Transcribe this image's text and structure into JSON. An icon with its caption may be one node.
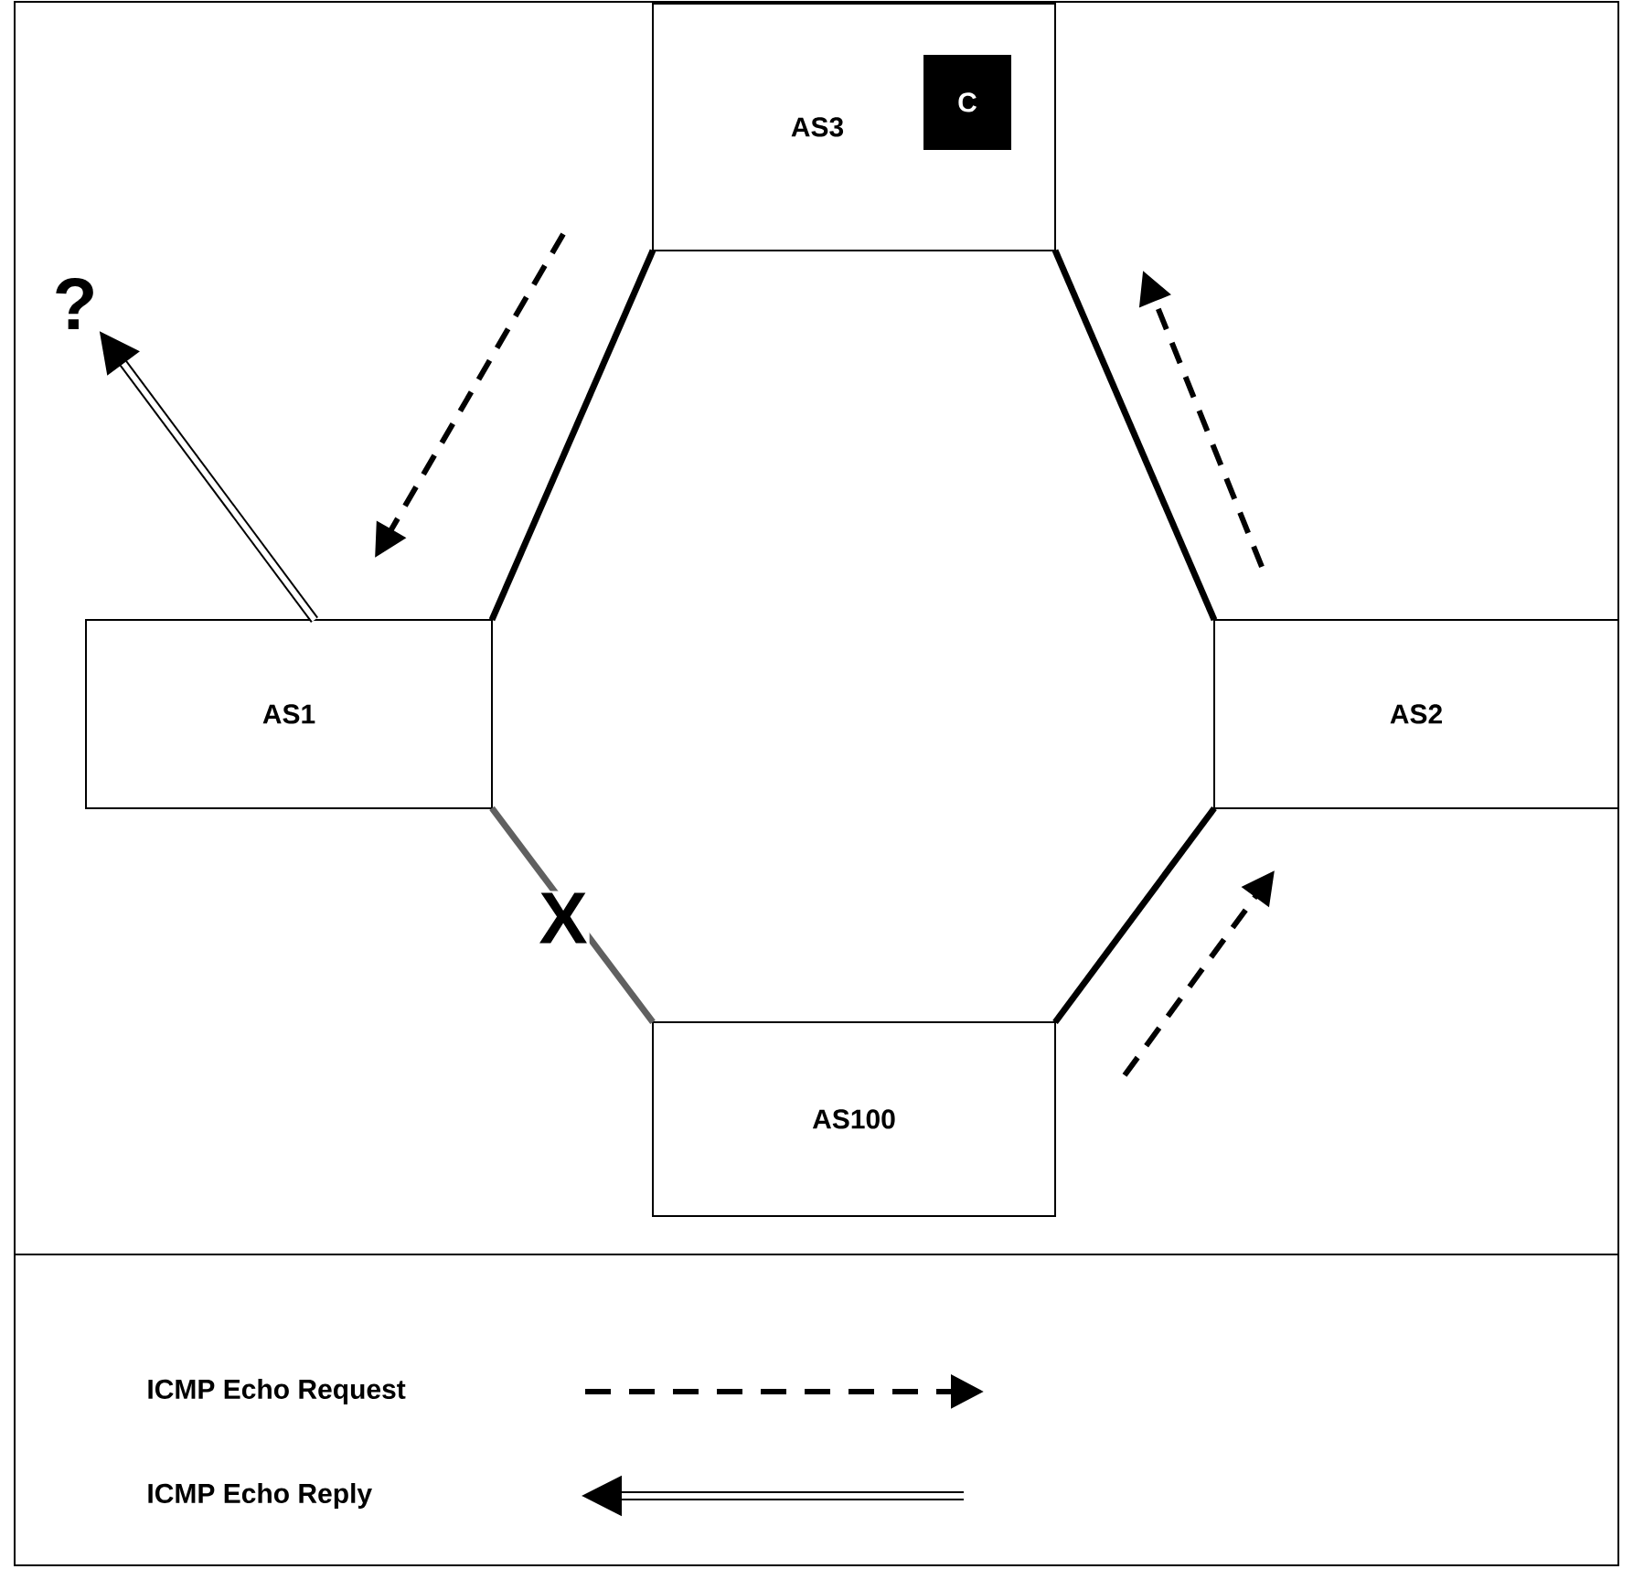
{
  "diagram": {
    "nodes": [
      {
        "text": [
          "AS3"
        ]
      },
      {
        "text": [
          "C"
        ],
        "in": 0
      },
      {
        "text": [
          "AS1"
        ]
      },
      {
        "text": [
          "AS2"
        ]
      },
      {
        "text": [
          "AS100"
        ]
      },
      {
        "text": [
          "?"
        ]
      }
    ],
    "edges": [
      {
        "from": 0,
        "to": 2,
        "arrow": "none"
      },
      {
        "from": 0,
        "to": 3,
        "arrow": "none"
      },
      {
        "from": 3,
        "to": 4,
        "arrow": "none"
      },
      {
        "from": 2,
        "to": 4,
        "arrow": "none",
        "color": "#606060",
        "label": "X"
      },
      {
        "from": 2,
        "to": 5,
        "arrow": "to"
      }
    ],
    "legend": [
      {
        "text": "ICMP Echo Request"
      },
      {
        "text": "ICMP Echo Reply"
      }
    ]
  }
}
